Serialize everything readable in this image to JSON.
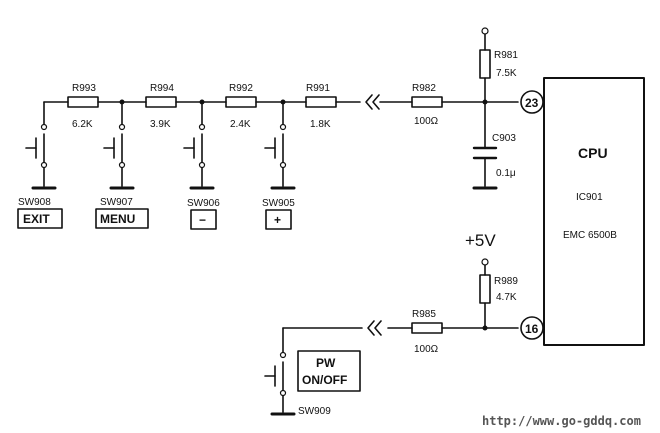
{
  "resistors": {
    "r993": {
      "ref": "R993",
      "value": "6.2K"
    },
    "r994": {
      "ref": "R994",
      "value": "3.9K"
    },
    "r992": {
      "ref": "R992",
      "value": "2.4K"
    },
    "r991": {
      "ref": "R991",
      "value": "1.8K"
    },
    "r982": {
      "ref": "R982",
      "value": "100Ω"
    },
    "r981": {
      "ref": "R981",
      "value": "7.5K"
    },
    "r989": {
      "ref": "R989",
      "value": "4.7K"
    },
    "r985": {
      "ref": "R985",
      "value": "100Ω"
    }
  },
  "capacitor": {
    "ref": "C903",
    "value": "0.1μ"
  },
  "switches": {
    "sw908": {
      "ref": "SW908",
      "label": "EXIT"
    },
    "sw907": {
      "ref": "SW907",
      "label": "MENU"
    },
    "sw906": {
      "ref": "SW906",
      "label": "−"
    },
    "sw905": {
      "ref": "SW905",
      "label": "+"
    },
    "sw909": {
      "ref": "SW909",
      "label_line1": "PW",
      "label_line2": "ON/OFF"
    }
  },
  "cpu": {
    "title": "CPU",
    "ic": "IC901",
    "part": "EMC 6500B",
    "pin_a": "23",
    "pin_b": "16"
  },
  "supply": {
    "voltage": "+5V"
  },
  "watermark": "http://www.go-gddq.com"
}
